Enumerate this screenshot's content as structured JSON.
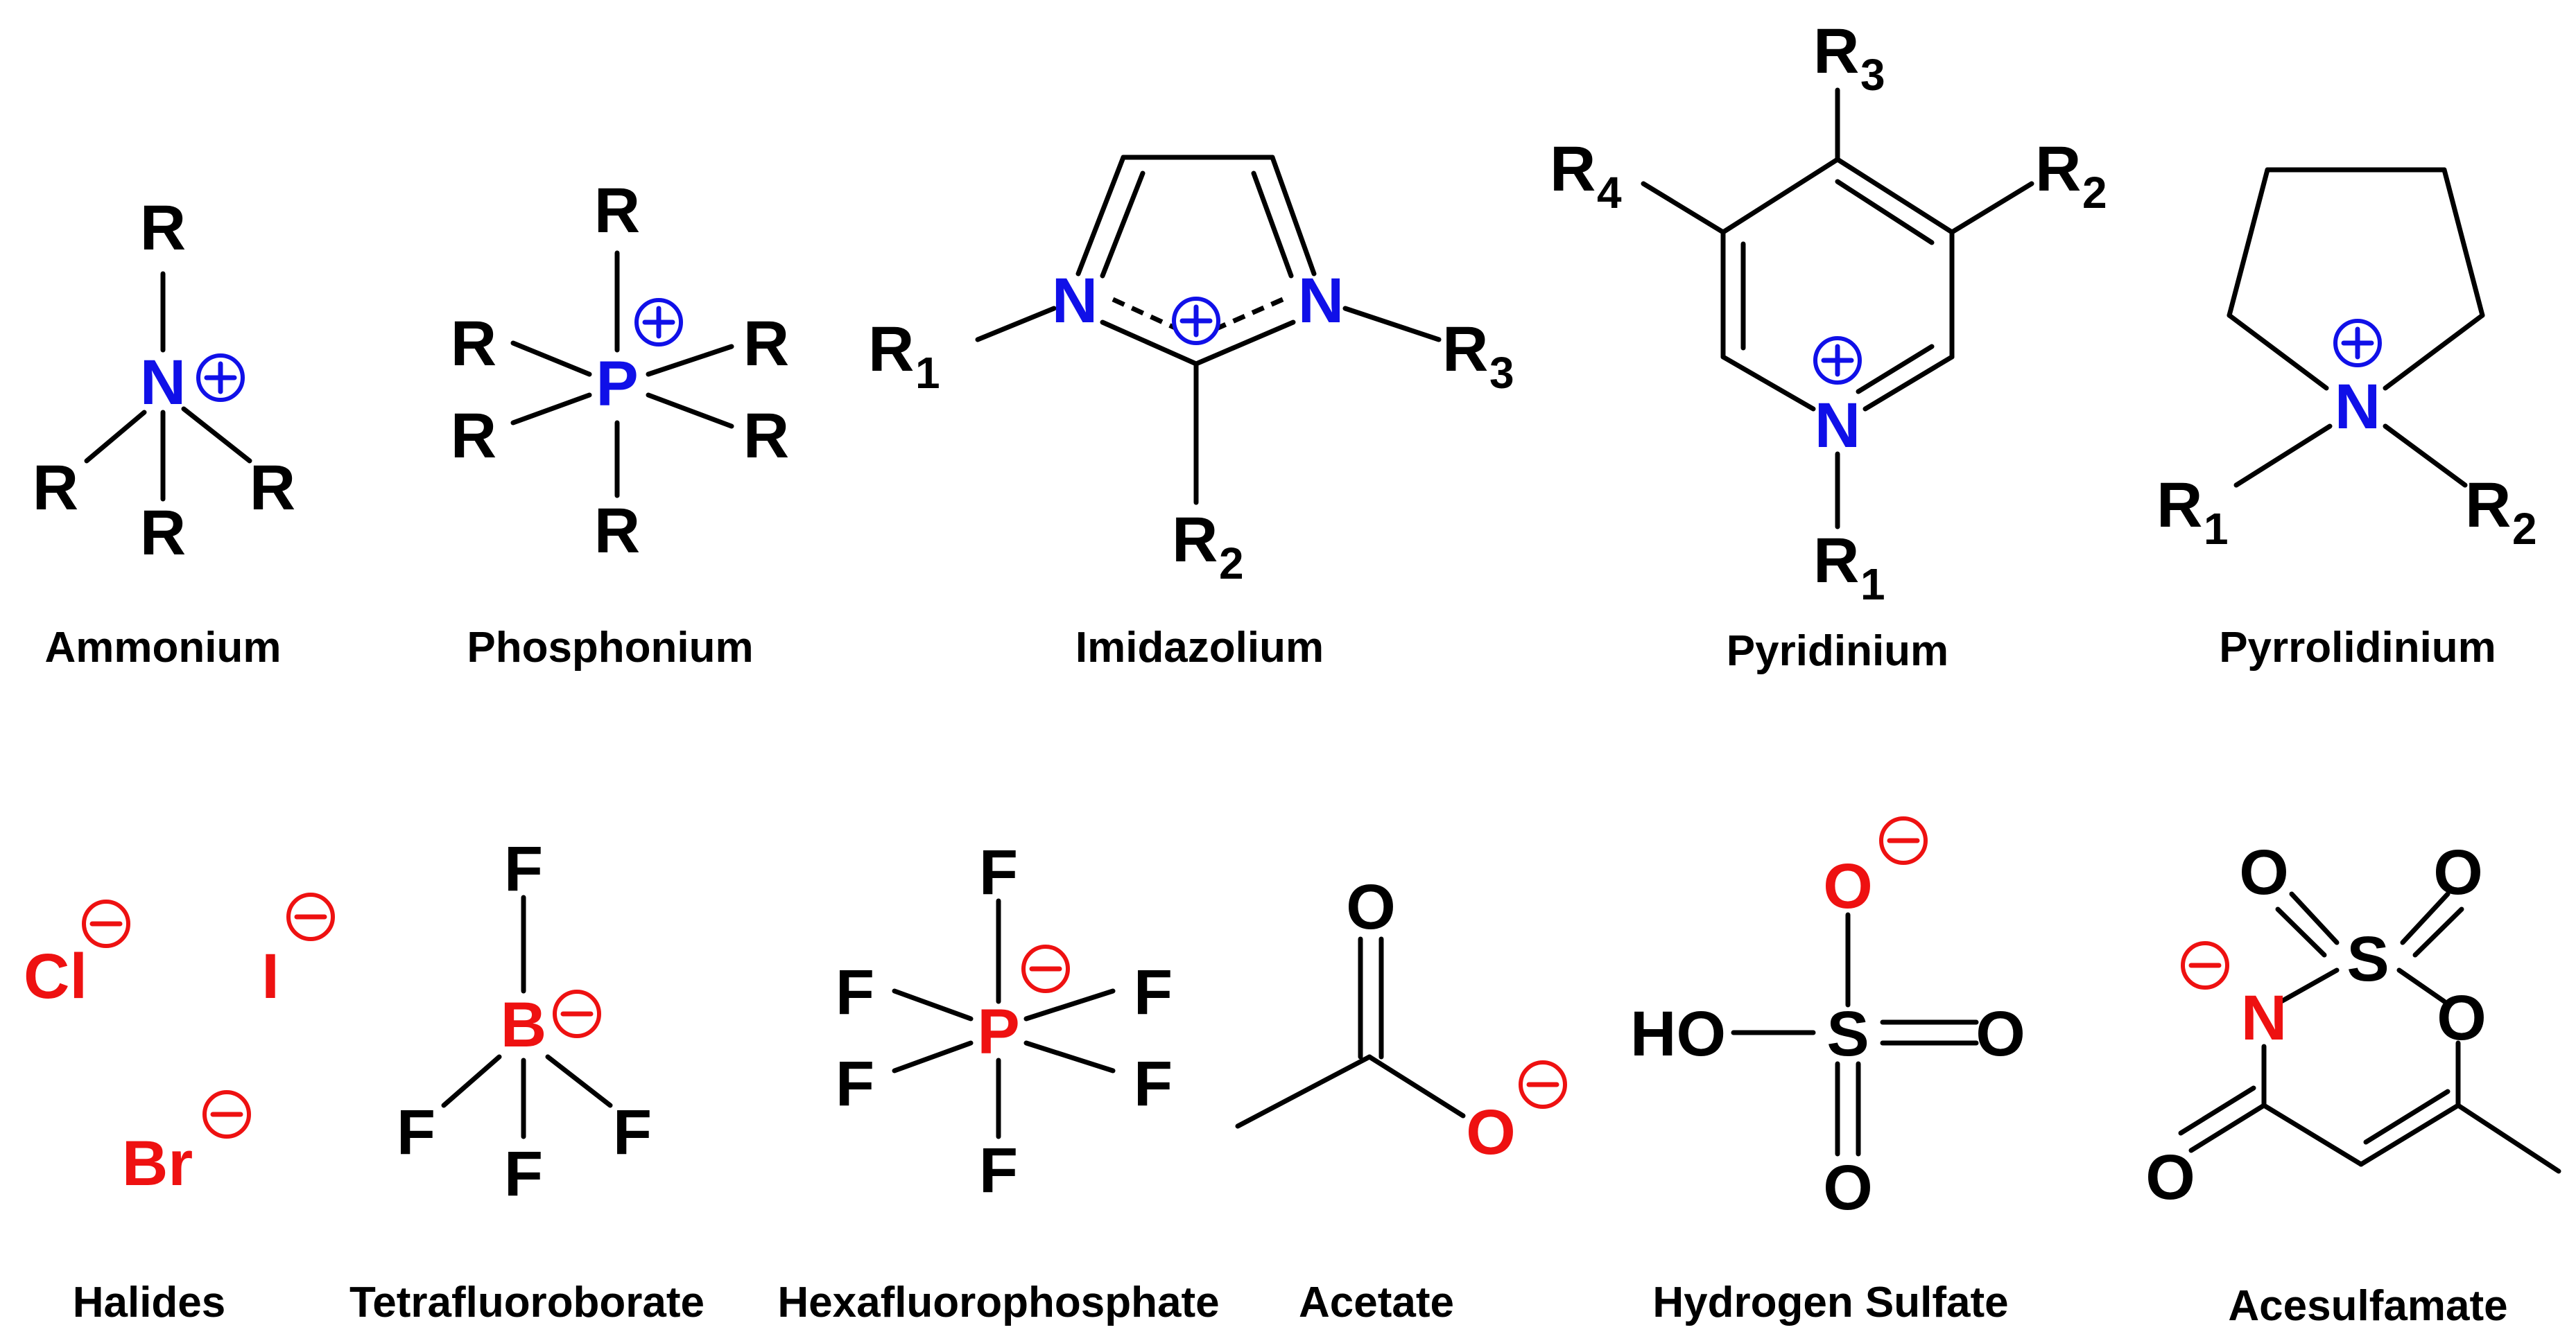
{
  "colors": {
    "cation": "#1010e8",
    "anion": "#ee1111",
    "bond": "#000000",
    "text": "#000000"
  },
  "cations": {
    "ammonium": {
      "name": "Ammonium",
      "center": "N",
      "substituent": "R"
    },
    "phosphonium": {
      "name": "Phosphonium",
      "center": "P",
      "substituent": "R"
    },
    "imidazolium": {
      "name": "Imidazolium",
      "hetero": "N",
      "r_label": "R",
      "subs": [
        "1",
        "2",
        "3"
      ]
    },
    "pyridinium": {
      "name": "Pyridinium",
      "hetero": "N",
      "r_label": "R",
      "subs": [
        "1",
        "2",
        "3",
        "4"
      ]
    },
    "pyrrolidinium": {
      "name": "Pyrrolidinium",
      "hetero": "N",
      "r_label": "R",
      "subs": [
        "1",
        "2"
      ]
    }
  },
  "anions": {
    "halides": {
      "name": "Halides",
      "ions": [
        "Cl",
        "I",
        "Br"
      ]
    },
    "tetrafluoroborate": {
      "name": "Tetrafluoroborate",
      "center": "B",
      "ligand": "F"
    },
    "hexafluorophosphate": {
      "name": "Hexafluorophosphate",
      "center": "P",
      "ligand": "F"
    },
    "acetate": {
      "name": "Acetate",
      "oxygen": "O"
    },
    "hydrogen_sulfate": {
      "name": "Hydrogen Sulfate",
      "center": "S",
      "oxygen": "O",
      "hydroxyl": "HO"
    },
    "acesulfamate": {
      "name": "Acesulfamate",
      "sulfur": "S",
      "oxygen": "O",
      "nitrogen": "N"
    }
  }
}
